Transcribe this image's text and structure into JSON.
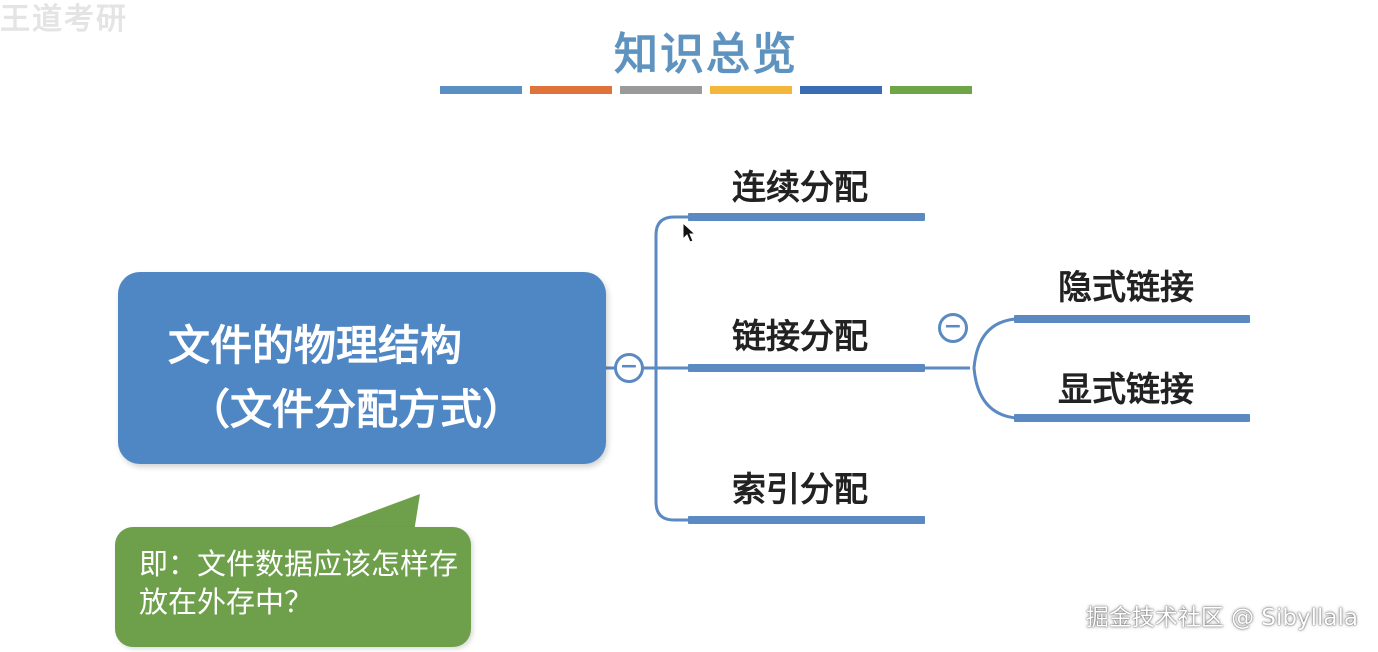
{
  "brand_mark": "王道考研",
  "title": "知识总览",
  "title_underline_colors": [
    "#5a8fc4",
    "#e0733a",
    "#9a9a9a",
    "#f5b73b",
    "#3b6db4",
    "#6fa447"
  ],
  "main_node": {
    "line1": "文件的物理结构",
    "line2": "（文件分配方式）",
    "color": "#4f86c4"
  },
  "branches": [
    {
      "label": "连续分配"
    },
    {
      "label": "链接分配",
      "children": [
        {
          "label": "隐式链接"
        },
        {
          "label": "显式链接"
        }
      ]
    },
    {
      "label": "索引分配"
    }
  ],
  "callout": {
    "text": "即：文件数据应该怎样存放在外存中？",
    "color": "#6ea04c"
  },
  "collapse_symbol": "−",
  "watermark": "掘金技术社区 @ Sibyllala",
  "connector_color": "#5b89c1"
}
